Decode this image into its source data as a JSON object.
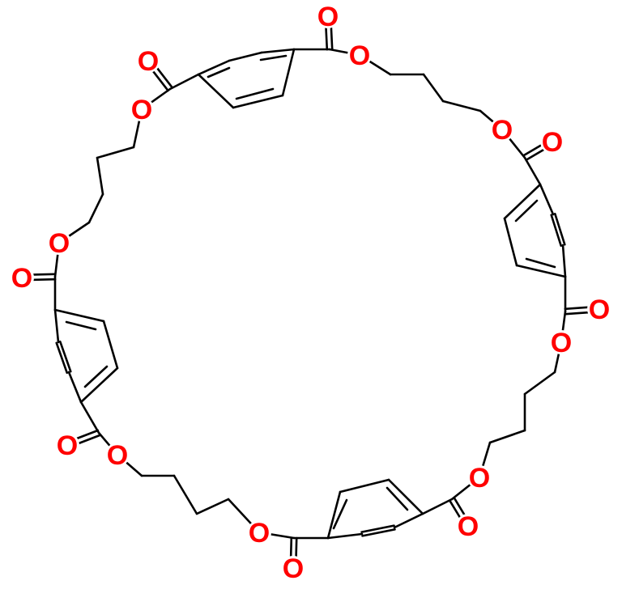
{
  "diagram": {
    "type": "chemical-structure",
    "atom_label": "O",
    "oxygen_color": "#ff0000",
    "bond_color": "#000000",
    "oxygen_count": 16
  }
}
